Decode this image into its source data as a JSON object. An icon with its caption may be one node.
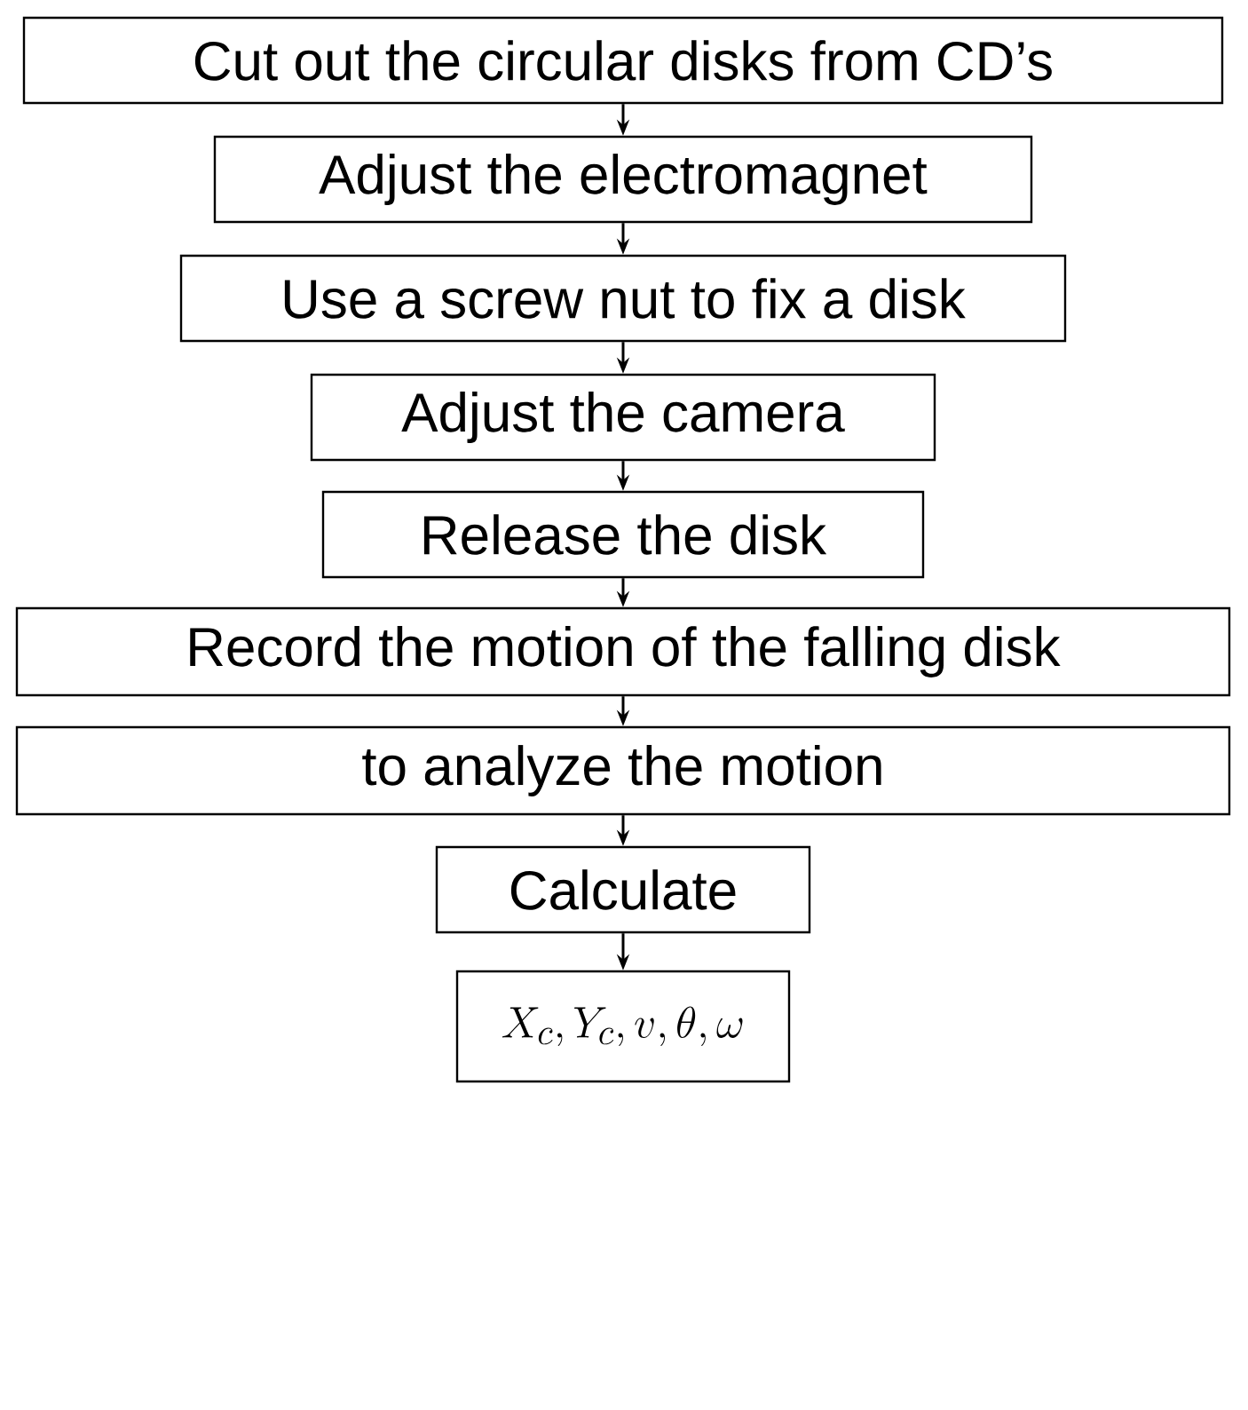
{
  "diagram": {
    "nodes": [
      {
        "text": [
          "Cut out the circular disks from CD’s"
        ]
      },
      {
        "text": [
          "Adjust the electromagnet"
        ]
      },
      {
        "text": [
          "Use a screw nut to fix a disk"
        ]
      },
      {
        "text": [
          "Adjust the camera"
        ]
      },
      {
        "text": [
          "Release the disk"
        ]
      },
      {
        "text": [
          "Record the motion of the falling disk"
        ]
      },
      {
        "text": [
          "to analyze the motion"
        ]
      },
      {
        "text": [
          "Calculate"
        ]
      },
      {
        "text": [
          "X_c, Y_c, v, \\theta, \\omega"
        ]
      }
    ],
    "edges": [
      {
        "from": 0,
        "to": 1,
        "arrow": "to"
      },
      {
        "from": 1,
        "to": 2,
        "arrow": "to"
      },
      {
        "from": 2,
        "to": 3,
        "arrow": "to"
      },
      {
        "from": 3,
        "to": 4,
        "arrow": "to"
      },
      {
        "from": 4,
        "to": 5,
        "arrow": "to"
      },
      {
        "from": 5,
        "to": 6,
        "arrow": "to"
      },
      {
        "from": 6,
        "to": 7,
        "arrow": "to"
      },
      {
        "from": 7,
        "to": 8,
        "arrow": "to"
      }
    ]
  }
}
